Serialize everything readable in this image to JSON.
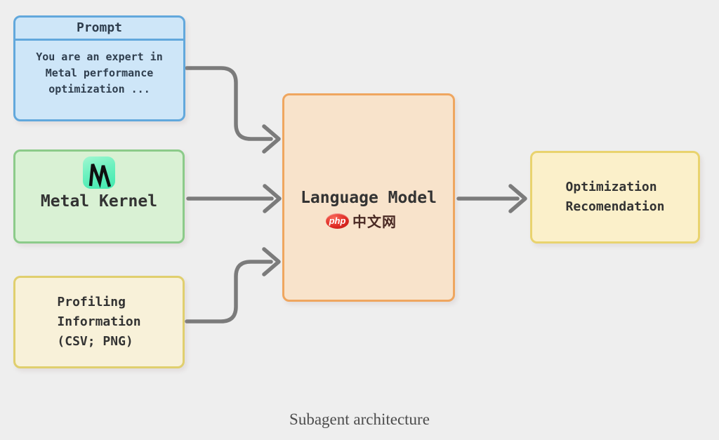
{
  "diagram": {
    "caption": "Subagent architecture",
    "background_color": "#eeeeee",
    "arrow_color": "#7b7b7b",
    "text_color": "#333333",
    "watermark": {
      "logo_text": "php",
      "site_text": "中文网",
      "logo_color": "#d92a22"
    },
    "nodes": {
      "prompt": {
        "title": "Prompt",
        "body": "You are an expert in\nMetal performance\noptimization ...",
        "border_color": "#62a8dc",
        "fill_color": "#cee6f8"
      },
      "metal_kernel": {
        "label": "Metal Kernel",
        "icon": "metal-logo-icon",
        "icon_color": "#3fe9ae",
        "border_color": "#8ccb8a",
        "fill_color": "#d9f1d4"
      },
      "profiling": {
        "body": "Profiling\nInformation\n(CSV; PNG)",
        "border_color": "#e0cf6e",
        "fill_color": "#f8f1d9"
      },
      "language_model": {
        "label": "Language Model",
        "border_color": "#efa65f",
        "fill_color": "#f8e3cb"
      },
      "optimization": {
        "body": "Optimization\nRecomendation",
        "border_color": "#e9d36e",
        "fill_color": "#fbf0ca"
      }
    },
    "edges": [
      {
        "from": "prompt",
        "to": "language_model"
      },
      {
        "from": "metal_kernel",
        "to": "language_model"
      },
      {
        "from": "profiling",
        "to": "language_model"
      },
      {
        "from": "language_model",
        "to": "optimization"
      }
    ]
  }
}
